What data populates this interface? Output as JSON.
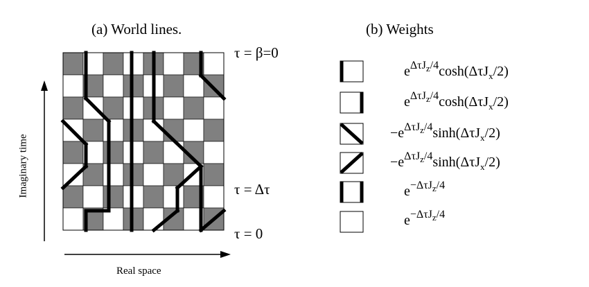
{
  "panel_a": {
    "title": "(a) World lines.",
    "tau_top": "τ = β=0",
    "tau_mid": "τ = Δτ",
    "tau_bottom": "τ = 0",
    "ylabel": "Imaginary time",
    "xlabel": "Real space"
  },
  "panel_b": {
    "title": "(b) Weights",
    "weights": [
      {
        "icon": "left-bar-plaquette-icon",
        "pre": "e",
        "exp": "ΔτJ",
        "exp_sub": "z",
        "exp_tail": "/4",
        "post": "cosh(ΔτJ",
        "post_sub": "x",
        "post_tail": "/2)"
      },
      {
        "icon": "right-bar-plaquette-icon",
        "pre": "e",
        "exp": "ΔτJ",
        "exp_sub": "z",
        "exp_tail": "/4",
        "post": "cosh(ΔτJ",
        "post_sub": "x",
        "post_tail": "/2)"
      },
      {
        "icon": "backslash-diagonal-plaquette-icon",
        "pre": "−e",
        "exp": "ΔτJ",
        "exp_sub": "z",
        "exp_tail": "/4",
        "post": "sinh(ΔτJ",
        "post_sub": "x",
        "post_tail": "/2)"
      },
      {
        "icon": "slash-diagonal-plaquette-icon",
        "pre": "−e",
        "exp": "ΔτJ",
        "exp_sub": "z",
        "exp_tail": "/4",
        "post": "sinh(ΔτJ",
        "post_sub": "x",
        "post_tail": "/2)"
      },
      {
        "icon": "double-bar-plaquette-icon",
        "pre": "e",
        "exp": "−ΔτJ",
        "exp_sub": "z",
        "exp_tail": "/4",
        "post": "",
        "post_sub": "",
        "post_tail": ""
      },
      {
        "icon": "empty-plaquette-icon",
        "pre": "e",
        "exp": "−ΔτJ",
        "exp_sub": "z",
        "exp_tail": "/4",
        "post": "",
        "post_sub": "",
        "post_tail": ""
      }
    ]
  },
  "lattice": {
    "cols": 8,
    "rows": 8,
    "shaded_color": "#808080",
    "line_color": "#000000"
  }
}
